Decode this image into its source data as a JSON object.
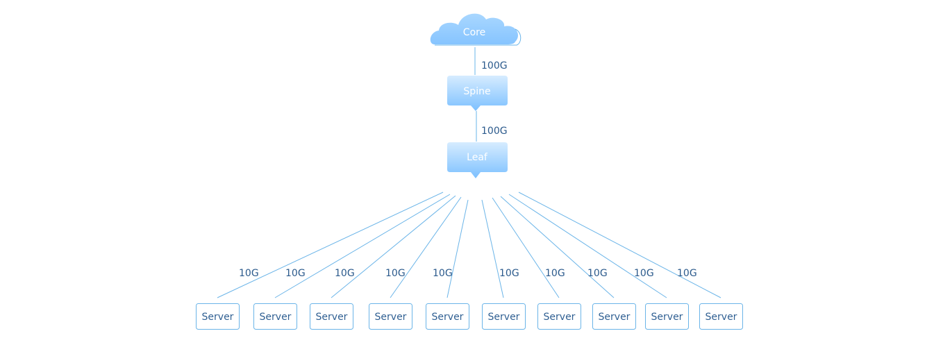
{
  "colors": {
    "line": "#6ab4e8",
    "node_top": "#cfe8ff",
    "node_bottom": "#7ec0ff",
    "server_border": "#6ab4e8",
    "server_text": "#2f5f92",
    "link_text": "#2b5a8c"
  },
  "nodes": {
    "core": {
      "label": "Core",
      "shape": "cloud"
    },
    "spine": {
      "label": "Spine",
      "shape": "callout"
    },
    "leaf": {
      "label": "Leaf",
      "shape": "callout"
    }
  },
  "links": {
    "core_spine": "100G",
    "spine_leaf": "100G",
    "leaf_server": "10G"
  },
  "servers": [
    {
      "label": "Server",
      "link": "10G"
    },
    {
      "label": "Server",
      "link": "10G"
    },
    {
      "label": "Server",
      "link": "10G"
    },
    {
      "label": "Server",
      "link": "10G"
    },
    {
      "label": "Server",
      "link": "10G"
    },
    {
      "label": "Server",
      "link": "10G"
    },
    {
      "label": "Server",
      "link": "10G"
    },
    {
      "label": "Server",
      "link": "10G"
    },
    {
      "label": "Server",
      "link": "10G"
    },
    {
      "label": "Server",
      "link": "10G"
    }
  ]
}
